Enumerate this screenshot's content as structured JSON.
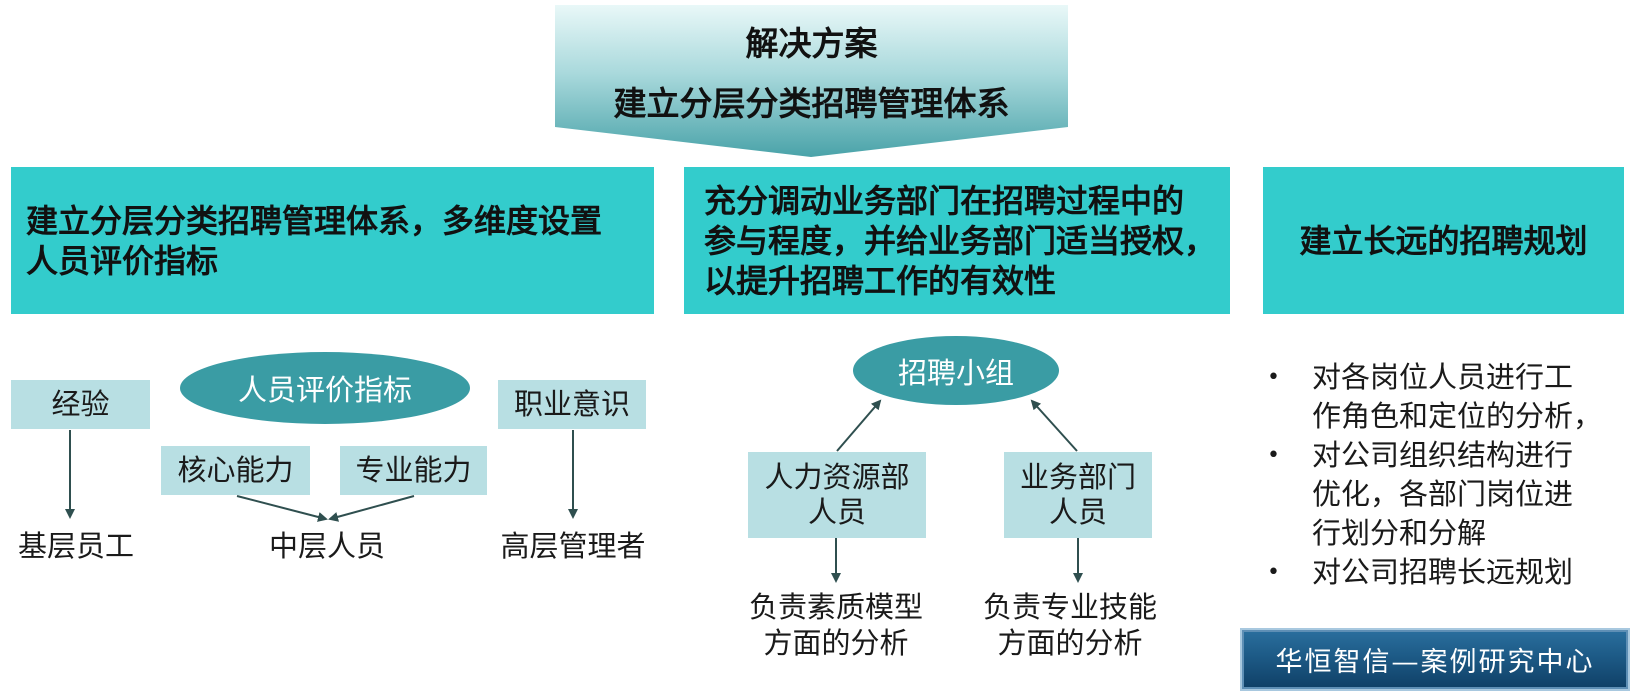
{
  "banner": {
    "title": "解决方案",
    "subtitle": "建立分层分类招聘管理体系"
  },
  "headers": [
    {
      "lines": [
        "建立分层分类招聘管理体系，多维度设置",
        "人员评价指标"
      ]
    },
    {
      "lines": [
        "充分调动业务部门在招聘过程中的",
        "参与程度，并给业务部门适当授权，",
        "以提升招聘工作的有效性"
      ]
    },
    {
      "lines": [
        "建立长远的招聘规划"
      ]
    }
  ],
  "evaluation": {
    "center": "人员评价指标",
    "experience": "经验",
    "career_awareness": "职业意识",
    "core_ability": "核心能力",
    "professional_ability": "专业能力",
    "base_staff": "基层员工",
    "middle_staff": "中层人员",
    "senior_manager": "高层管理者"
  },
  "recruitment": {
    "group": "招聘小组",
    "hr": [
      "人力资源部",
      "人员"
    ],
    "business": [
      "业务部门",
      "人员"
    ],
    "hr_duty": [
      "负责素质模型",
      "方面的分析"
    ],
    "business_duty": [
      "负责专业技能",
      "方面的分析"
    ]
  },
  "planning": {
    "bullet": "•",
    "items": [
      {
        "lines": [
          "对各岗位人员进行工",
          "作角色和定位的分析，"
        ]
      },
      {
        "lines": [
          "对公司组织结构进行",
          "优化，各部门岗位进",
          "行划分和分解"
        ]
      },
      {
        "lines": [
          "对公司招聘长远规划"
        ]
      }
    ]
  },
  "logo": {
    "text": "华恒智信—案例研究中心"
  },
  "colors": {
    "header_fill": "#33cccc",
    "label_fill": "#b8dfe3",
    "ellipse_fill": "#3a9ca4",
    "connector": "#2f4f4f"
  }
}
